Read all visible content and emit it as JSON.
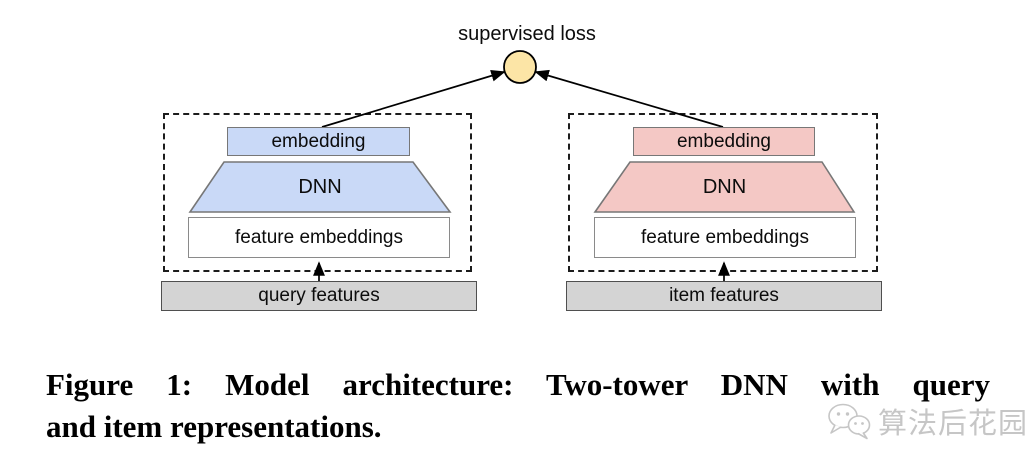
{
  "figure": {
    "loss_label": "supervised loss",
    "loss_node": {
      "shape": "circle",
      "fill": "#fce5a6",
      "stroke": "#000000"
    },
    "towers": [
      {
        "name": "query tower",
        "embedding_label": "embedding",
        "dnn_label": "DNN",
        "feature_label": "feature embeddings",
        "input_label": "query features",
        "fill": "#c9d9f7",
        "border": "#777777"
      },
      {
        "name": "item tower",
        "embedding_label": "embedding",
        "dnn_label": "DNN",
        "feature_label": "feature embeddings",
        "input_label": "item features",
        "fill": "#f4c8c5",
        "border": "#777777"
      }
    ],
    "input_fill": "#d4d4d4",
    "arrow_color": "#000000"
  },
  "caption": {
    "line1": "Figure 1: Model architecture: Two-tower DNN with query",
    "line2": "and item representations."
  },
  "watermark": {
    "icon": "wechat-icon",
    "text": "算法后花园",
    "color": "#c6c6c6"
  }
}
